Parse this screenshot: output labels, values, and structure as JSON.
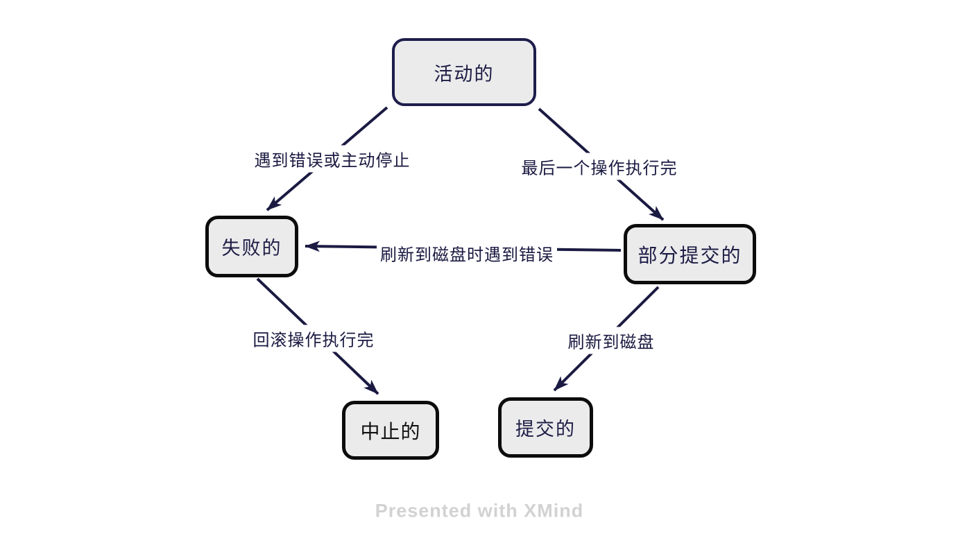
{
  "diagram": {
    "title_hint": "transaction-state-diagram",
    "nodes": {
      "active": {
        "label": "活动的"
      },
      "failed": {
        "label": "失败的"
      },
      "partially_committed": {
        "label": "部分提交的"
      },
      "aborted": {
        "label": "中止的"
      },
      "committed": {
        "label": "提交的"
      }
    },
    "edges": {
      "active_failed": {
        "from": "active",
        "to": "failed",
        "label": "遇到错误或主动停止"
      },
      "active_partial": {
        "from": "active",
        "to": "partially_committed",
        "label": "最后一个操作执行完"
      },
      "partial_failed": {
        "from": "partially_committed",
        "to": "failed",
        "label": "刷新到磁盘时遇到错误"
      },
      "failed_aborted": {
        "from": "failed",
        "to": "aborted",
        "label": "回滚操作执行完"
      },
      "partial_committed": {
        "from": "partially_committed",
        "to": "committed",
        "label": "刷新到磁盘"
      }
    },
    "colors": {
      "background": "#ffffff",
      "node_fill": "#ebebec",
      "node_border_default": "#0c0c0c",
      "node_border_active": "#1e1e4c",
      "node_text": "#1c1c45",
      "aborted_text": "#111111",
      "edge_line": "#1a1a42",
      "edge_label_text": "#1a1a42",
      "watermark_text": "#d2d2d2"
    }
  },
  "footer": {
    "watermark": "Presented with XMind"
  }
}
